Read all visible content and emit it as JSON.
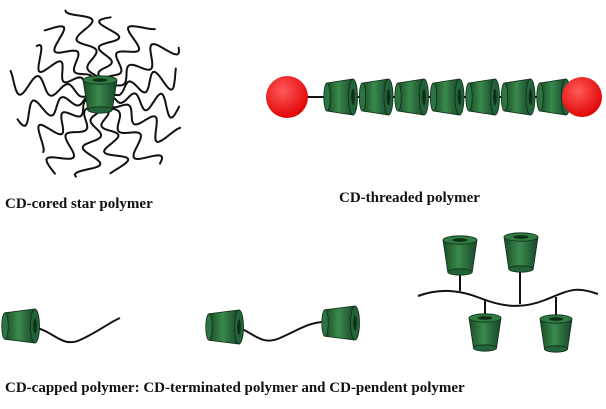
{
  "captions": {
    "star": "CD-cored star polymer",
    "threaded": "CD-threaded polymer",
    "capped": "CD-capped polymer: CD-terminated polymer and CD-pendent polymer"
  },
  "colors": {
    "cd_green_dark": "#1f5a2f",
    "cd_green_mid": "#2e7a3f",
    "cd_green_light": "#3d9050",
    "stopper_red": "#ff1a1a",
    "chain": "#111111"
  },
  "icons": {
    "cyclodextrin": "truncated-cone-ring",
    "stopper": "red-sphere",
    "polymer_chain": "wavy-line"
  },
  "structures": {
    "star_arm_count": 16,
    "threaded_ring_count": 7,
    "pendent_ring_count": 4
  }
}
